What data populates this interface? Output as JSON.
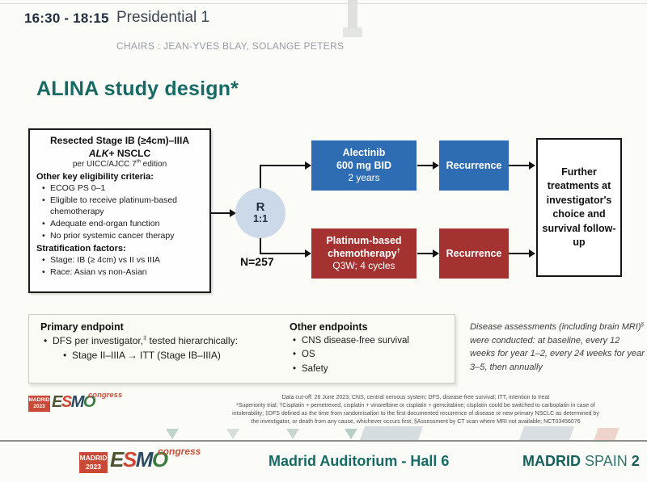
{
  "colors": {
    "accent_teal": "#176963",
    "arm_blue": "#2e6cb4",
    "arm_red": "#a33231",
    "header_navy": "#1f2d3d",
    "rand_circle": "#ccd9e8"
  },
  "header": {
    "time": "16:30 - 18:15",
    "session": "Presidential 1",
    "chairs": "CHAIRS : JEAN-YVES BLAY, SOLANGE PETERS"
  },
  "slide": {
    "title": "ALINA study design*",
    "eligibility": {
      "title1": "Resected Stage IB (≥4cm)–IIIA",
      "title2_italic": "ALK",
      "title2_rest": "+ NSCLC",
      "sub_pre": "per UICC/AJCC 7",
      "sub_sup": "th",
      "sub_post": " edition",
      "criteria_heading": "Other key eligibility criteria:",
      "criteria": [
        "ECOG PS 0–1",
        "Eligible to receive platinum-based chemotherapy",
        "Adequate end-organ function",
        "No prior systemic cancer therapy"
      ],
      "strat_heading": "Stratification factors:",
      "strat": [
        "Stage: IB (≥ 4cm) vs II vs IIIA",
        "Race: Asian vs non-Asian"
      ]
    },
    "randomization": {
      "label": "R",
      "ratio": "1:1",
      "n": "N=257"
    },
    "arms": {
      "alectinib": {
        "line1": "Alectinib",
        "line2": "600 mg BID",
        "line3": "2 years"
      },
      "chemo": {
        "line1": "Platinum-based",
        "line2": "chemotherapy",
        "line2_sup": "†",
        "line3": "Q3W; 4 cycles"
      },
      "recurrence_top": "Recurrence",
      "recurrence_bottom": "Recurrence",
      "followup": "Further treatments at investigator's choice and survival follow-up"
    },
    "endpoints": {
      "primary": {
        "heading": "Primary endpoint",
        "b1_pre": "DFS per investigator,",
        "b1_sup": "‡",
        "b1_post": " tested hierarchically:",
        "b1_sub": "Stage II–IIIA → ITT (Stage IB–IIIA)"
      },
      "other": {
        "heading": "Other endpoints",
        "items": [
          "CNS disease-free survival",
          "OS",
          "Safety"
        ]
      }
    },
    "assessment_note": {
      "pre": "Disease assessments (including brain MRI)",
      "sup": "§",
      "post": " were conducted: at baseline, every 12 weeks for year 1–2, every 24 weeks for year 3–5, then annually"
    },
    "footnotes": {
      "line1": "Data cut-off: 26 June 2023; CNS, central nervous system; DFS, disease-free survival; ITT, intention to treat",
      "line2": "*Superiority trial; †Cisplatin + pemetrexed, cisplatin + vinorelbine or cisplatin + gemcitabine; cisplatin could be switched to carboplatin in case of",
      "line3": "intolerability; ‡DFS defined as the time from randomisation to the first documented recurrence of disease or new primary NSCLC as determined by",
      "line4": "the investigator, or death from any cause, whichever occurs first; §Assessment by CT scan where MRI not available; NCT03456076"
    }
  },
  "logo": {
    "madrid": "MADRID",
    "year": "2023",
    "e": "E",
    "s": "S",
    "m": "M",
    "o": "O",
    "congress": "congress"
  },
  "footer": {
    "venue": "Madrid Auditorium - Hall 6",
    "city": "MADRID",
    "country": "SPAIN",
    "year_clipped": "2"
  }
}
